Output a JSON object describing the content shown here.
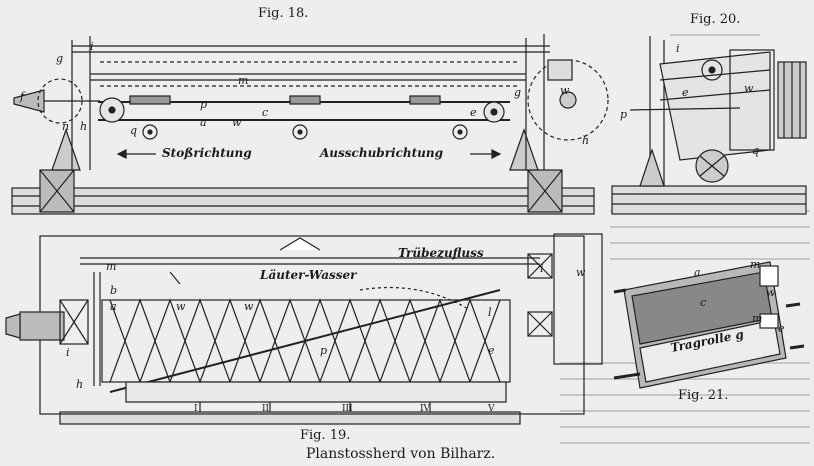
{
  "figures": {
    "fig18": {
      "label": "Fig. 18.",
      "arrow_left": "Stoßrichtung",
      "arrow_right": "Ausschubrichtung",
      "letters": [
        "f",
        "g",
        "i",
        "n",
        "h",
        "m",
        "p",
        "q",
        "a",
        "w",
        "c",
        "e",
        "g",
        "w",
        "h"
      ]
    },
    "fig19": {
      "label": "Fig. 19.",
      "top_label": "Trübezufluss",
      "water_label": "Läuter-Wasser",
      "letters": [
        "m",
        "b",
        "a",
        "i",
        "h",
        "p",
        "w",
        "w",
        "i",
        "w",
        "l",
        "e"
      ],
      "roman": [
        "I",
        "II",
        "III",
        "IV",
        "V"
      ]
    },
    "fig20": {
      "label": "Fig. 20.",
      "letters": [
        "i",
        "p",
        "e",
        "w",
        "q"
      ]
    },
    "fig21": {
      "label": "Fig. 21.",
      "roller_label": "Tragrolle g",
      "letters": [
        "a",
        "m",
        "c",
        "w",
        "m",
        "e"
      ]
    }
  },
  "caption": "Planstossherd von Bilharz."
}
